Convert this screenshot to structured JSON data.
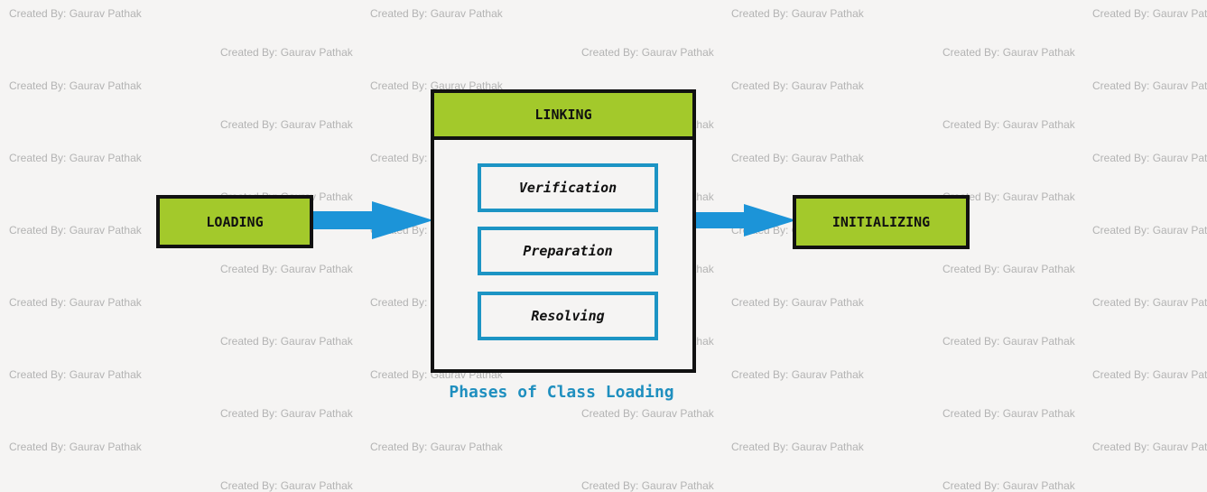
{
  "diagram": {
    "loading_label": "LOADING",
    "linking_label": "LINKING",
    "initializing_label": "INITIALIZING",
    "sub_phases": [
      "Verification",
      "Preparation",
      "Resolving"
    ],
    "caption": "Phases of Class Loading"
  },
  "watermark": {
    "text": "Created By: Gaurav Pathak"
  },
  "colors": {
    "phase_fill": "#a3c92b",
    "sub_border": "#1c94c4",
    "arrow": "#1c94d8",
    "caption": "#1f8fbf"
  }
}
